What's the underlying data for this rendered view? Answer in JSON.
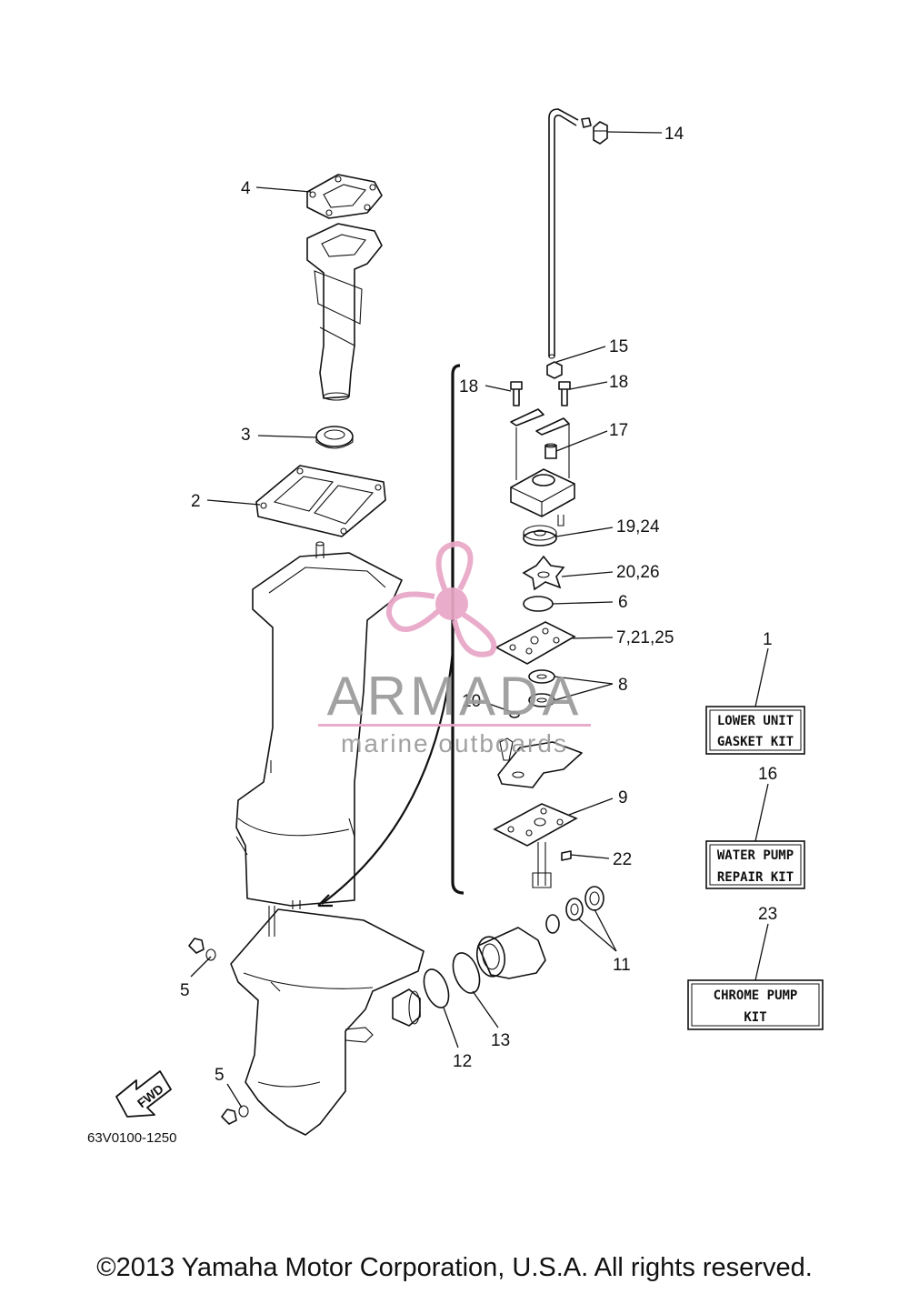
{
  "diagram": {
    "part_code": "63V0100-1250",
    "fwd_label": "FWD",
    "callouts": [
      {
        "id": "c14",
        "label": "14"
      },
      {
        "id": "c4",
        "label": "4"
      },
      {
        "id": "c15",
        "label": "15"
      },
      {
        "id": "c18a",
        "label": "18"
      },
      {
        "id": "c18b",
        "label": "18"
      },
      {
        "id": "c3",
        "label": "3"
      },
      {
        "id": "c17",
        "label": "17"
      },
      {
        "id": "c2",
        "label": "2"
      },
      {
        "id": "c1924",
        "label": "19,24"
      },
      {
        "id": "c2026",
        "label": "20,26"
      },
      {
        "id": "c6",
        "label": "6"
      },
      {
        "id": "c72125",
        "label": "7,21,25"
      },
      {
        "id": "c1",
        "label": "1"
      },
      {
        "id": "c8",
        "label": "8"
      },
      {
        "id": "c10",
        "label": "10"
      },
      {
        "id": "c16",
        "label": "16"
      },
      {
        "id": "c9",
        "label": "9"
      },
      {
        "id": "c22",
        "label": "22"
      },
      {
        "id": "c23",
        "label": "23"
      },
      {
        "id": "c11",
        "label": "11"
      },
      {
        "id": "c5a",
        "label": "5"
      },
      {
        "id": "c13",
        "label": "13"
      },
      {
        "id": "c12",
        "label": "12"
      },
      {
        "id": "c5b",
        "label": "5"
      }
    ],
    "kits": {
      "lower_unit": {
        "line1": "LOWER UNIT",
        "line2": "GASKET KIT"
      },
      "water_pump": {
        "line1": "WATER PUMP",
        "line2": "REPAIR KIT"
      },
      "chrome_pump": {
        "line1": "CHROME PUMP",
        "line2": "KIT"
      }
    }
  },
  "watermark": {
    "brand": "ARMADA",
    "tagline": "marine outboards",
    "accent_color": "#e8a6c6"
  },
  "footer": {
    "copyright": "©2013 Yamaha Motor Corporation, U.S.A. All rights reserved."
  }
}
